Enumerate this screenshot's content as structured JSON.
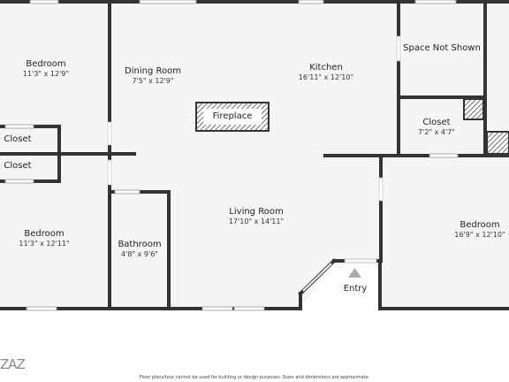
{
  "rooms": {
    "bedroom_top_left": {
      "name": "Bedroom",
      "dims": "11'3\" x 12'9\""
    },
    "dining_room": {
      "name": "Dining Room",
      "dims": "7'5\" x 12'9\""
    },
    "kitchen": {
      "name": "Kitchen",
      "dims": "16'11\" x 12'10\""
    },
    "space_not_shown": {
      "name": "Space Not Shown"
    },
    "closet_right": {
      "name": "Closet",
      "dims": "7'2\" x 4'7\""
    },
    "closet_left_1": {
      "name": "Closet"
    },
    "closet_left_2": {
      "name": "Closet"
    },
    "bedroom_bottom_left": {
      "name": "Bedroom",
      "dims": "11'3\" x 12'11\""
    },
    "living_room": {
      "name": "Living Room",
      "dims": "17'10\" x 14'11\""
    },
    "bathroom": {
      "name": "Bathroom",
      "dims": "4'8\" x 9'6\""
    },
    "bedroom_right": {
      "name": "Bedroom",
      "dims": "16'9\" x 12'10\""
    },
    "entry": {
      "name": "Entry"
    }
  },
  "fireplace": {
    "label": "Fireplace"
  },
  "logo": {
    "text": "ZAZ"
  },
  "footer": {
    "disclaimer": "Floor plans/tour cannot be used for building or design purposes. Sizes and dimensions are approximate."
  },
  "colors": {
    "wall": "#333333",
    "floor": "#f5f5f5",
    "window": "#ffffff"
  }
}
